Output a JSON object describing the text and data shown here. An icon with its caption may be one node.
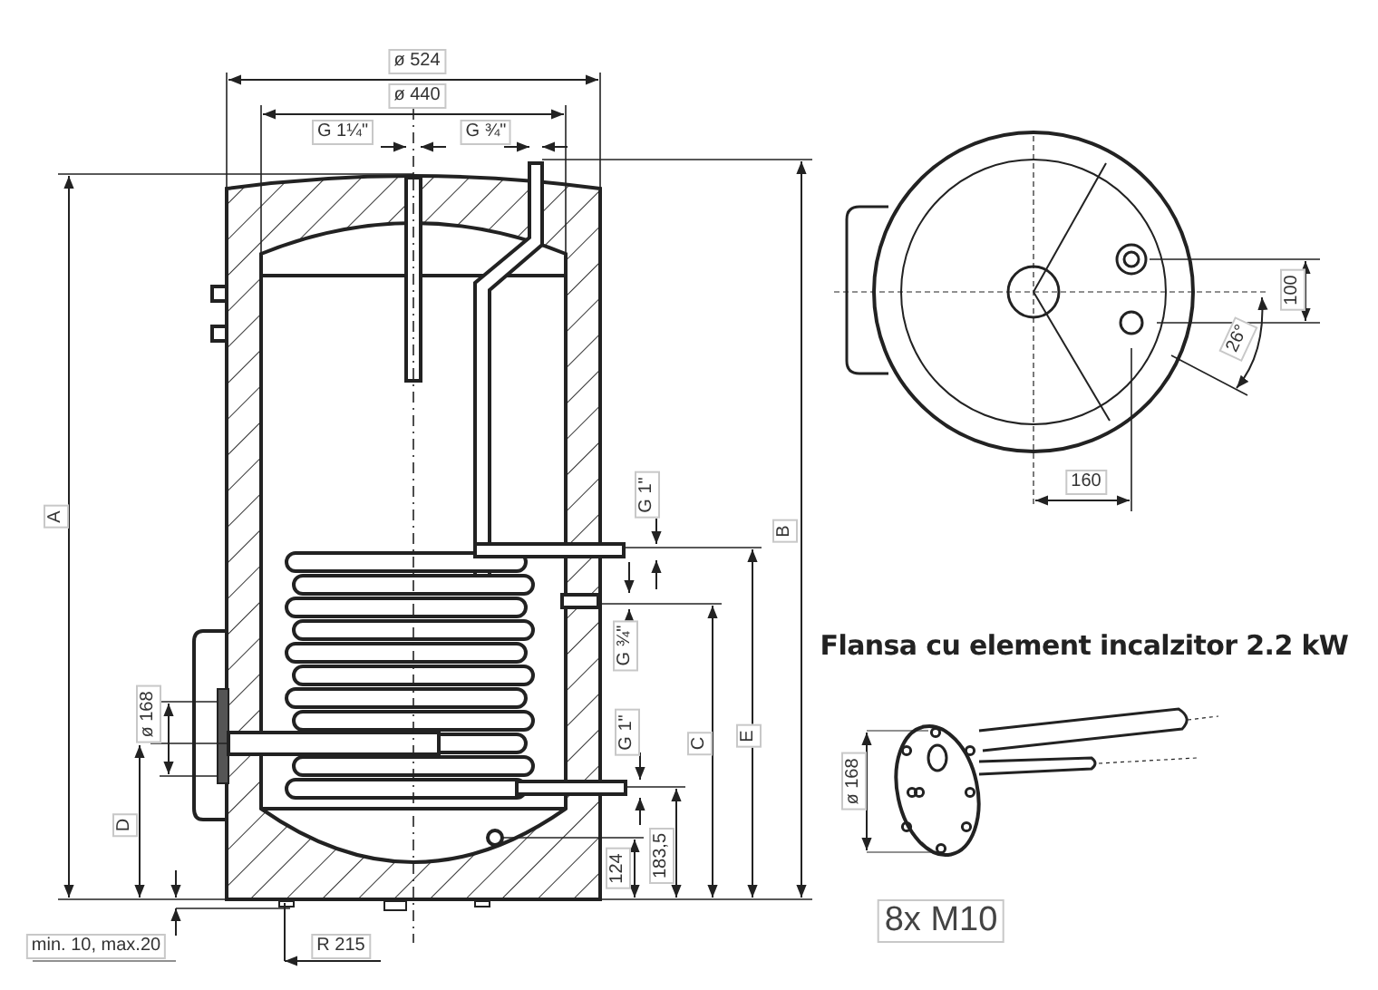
{
  "diagram": {
    "labels": [
      "ø 524",
      "ø 440",
      "G 1¼\"",
      "G ¾\"",
      "100",
      "26°",
      "160",
      "A",
      "G 1\"",
      "B",
      "Flansa cu element incalzitor 2.2 kW",
      "G ¾\"",
      "ø 168",
      "E",
      "C",
      "G 1\"",
      "D",
      "ø 168",
      "124",
      "183,5",
      "8x M10",
      "min. 10, max.20",
      "R 215"
    ]
  }
}
